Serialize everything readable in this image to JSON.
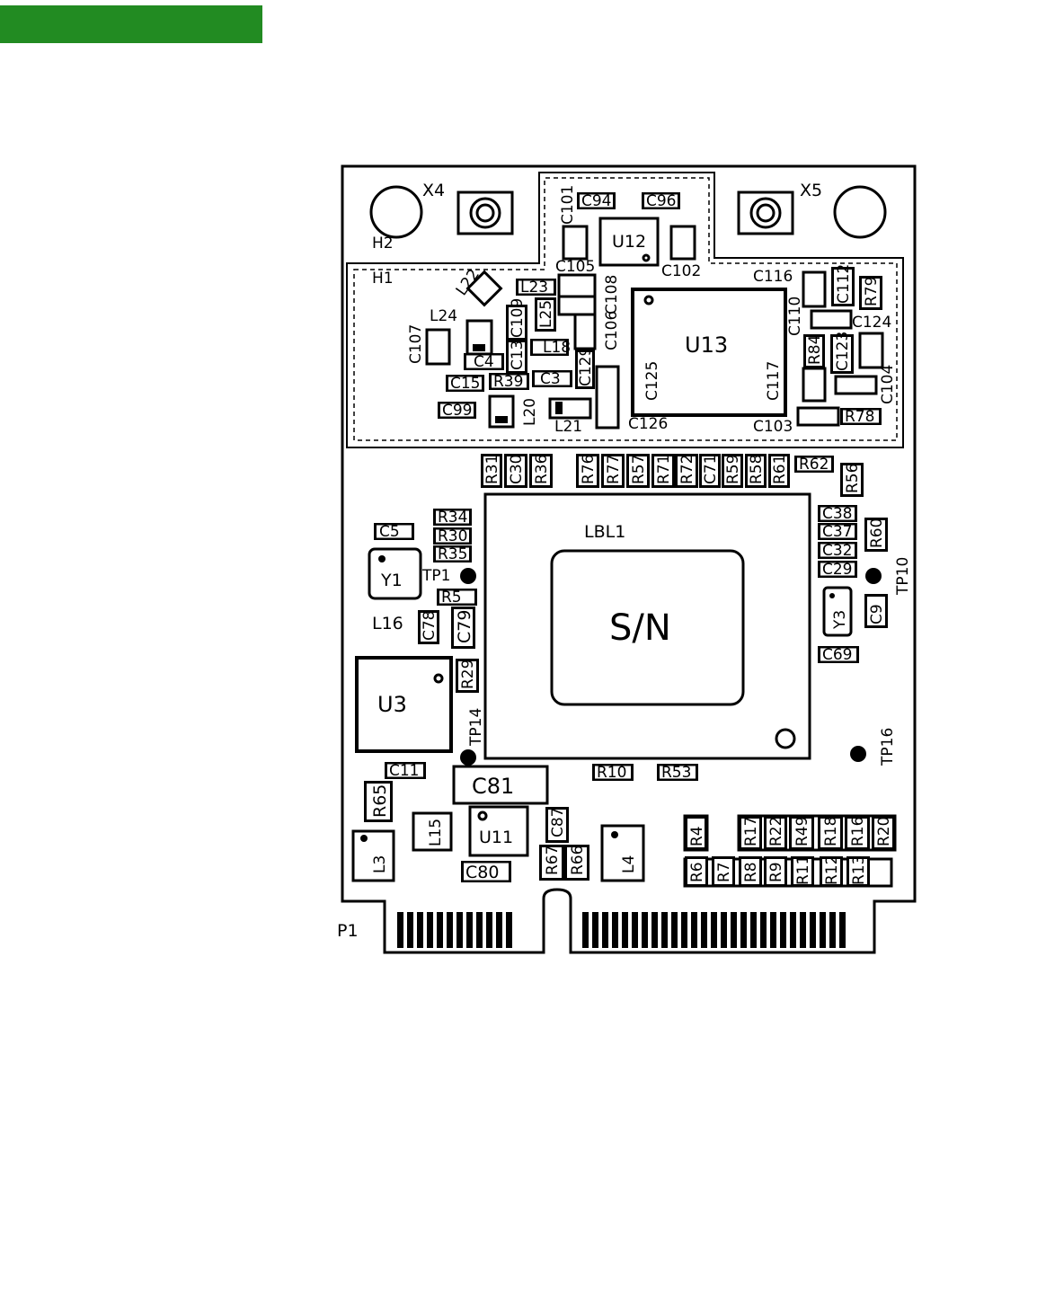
{
  "colors": {
    "banner": "#228b22",
    "ink": "#000000",
    "paper": "#ffffff"
  },
  "labels": {
    "X4": "X4",
    "X5": "X5",
    "H1": "H1",
    "H2": "H2",
    "U12": "U12",
    "U13": "U13",
    "U3": "U3",
    "U11": "U11",
    "LBL1": "LBL1",
    "SN": "S/N",
    "P1": "P1",
    "Y1": "Y1",
    "Y3": "Y3",
    "TP1": "TP1",
    "TP10": "TP10",
    "TP14": "TP14",
    "TP16": "TP16",
    "C94": "C94",
    "C96": "C96",
    "C101": "C101",
    "C105": "C105",
    "C102": "C102",
    "C116": "C116",
    "C112": "C112",
    "R79": "R79",
    "C110": "C110",
    "C124": "C124",
    "R84": "R84",
    "C123": "C123",
    "C104": "C104",
    "C117": "C117",
    "C103": "C103",
    "R78": "R78",
    "C125": "C125",
    "C126": "C126",
    "C106": "C106",
    "C108": "C108",
    "L22": "L22",
    "L23": "L23",
    "L25": "L25",
    "L24": "L24",
    "C107": "C107",
    "C109": "C109",
    "C13": "C13",
    "L18": "L18",
    "C4": "C4",
    "C3": "C3",
    "C129": "C129",
    "C15": "C15",
    "R39": "R39",
    "C99": "C99",
    "L20": "L20",
    "L21": "L21",
    "R31": "R31",
    "C30": "C30",
    "R36": "R36",
    "R76": "R76",
    "R77": "R77",
    "R57": "R57",
    "R71": "R71",
    "R72": "R72",
    "C71": "C71",
    "R59": "R59",
    "R58": "R58",
    "R61": "R61",
    "R62": "R62",
    "R56": "R56",
    "C5": "C5",
    "R34": "R34",
    "R30": "R30",
    "R35": "R35",
    "R5": "R5",
    "L16": "L16",
    "C78": "C78",
    "C79": "C79",
    "R29": "R29",
    "C38": "C38",
    "C37": "C37",
    "C32": "C32",
    "C29": "C29",
    "R60": "R60",
    "C9": "C9",
    "C69": "C69",
    "C11": "C11",
    "R65": "R65",
    "L3": "L3",
    "L15": "L15",
    "C81": "C81",
    "C80": "C80",
    "C87": "C87",
    "R67": "R67",
    "R66": "R66",
    "L4": "L4",
    "R10": "R10",
    "R53": "R53",
    "R4": "R4",
    "R17": "R17",
    "R22": "R22",
    "R49": "R49",
    "R18": "R18",
    "R16": "R16",
    "R20": "R20",
    "R6": "R6",
    "R7": "R7",
    "R8": "R8",
    "R9": "R9",
    "R11": "R11",
    "R12": "R12",
    "R13": "R13"
  }
}
